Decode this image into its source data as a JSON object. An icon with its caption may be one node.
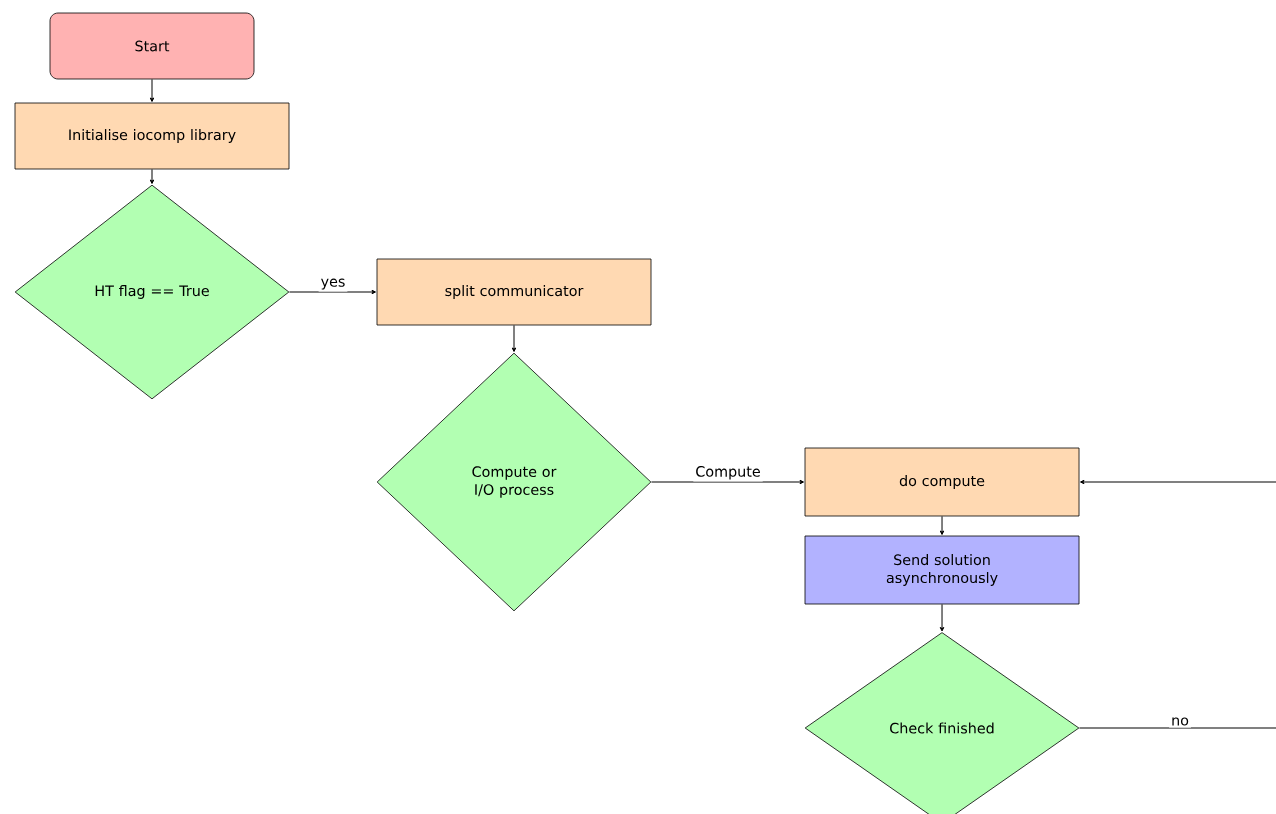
{
  "diagram": {
    "nodes": [
      {
        "text": [
          "Start"
        ]
      },
      {
        "text": [
          "Initialise iocomp library"
        ]
      },
      {
        "text": [
          "HT flag == True"
        ]
      },
      {
        "text": [
          "split communicator"
        ]
      },
      {
        "text": [
          "Compute or I/O process"
        ]
      },
      {
        "text": [
          "do compute"
        ]
      },
      {
        "text": [
          "Send solution asynchronously"
        ]
      },
      {
        "text": [
          "Check finished"
        ]
      }
    ],
    "edges": [
      {
        "from": 0,
        "to": 1,
        "arrow": "to"
      },
      {
        "from": 1,
        "to": 2,
        "arrow": "to"
      },
      {
        "from": 2,
        "to": 3,
        "arrow": "to",
        "label": "yes"
      },
      {
        "from": 3,
        "to": 4,
        "arrow": "to"
      },
      {
        "from": 4,
        "to": 5,
        "arrow": "to",
        "label": "Compute"
      },
      {
        "from": 5,
        "to": 6,
        "arrow": "to"
      },
      {
        "from": 6,
        "to": 7,
        "arrow": "to"
      },
      {
        "from": 7,
        "to": 5,
        "arrow": "to",
        "label": "no"
      }
    ]
  }
}
